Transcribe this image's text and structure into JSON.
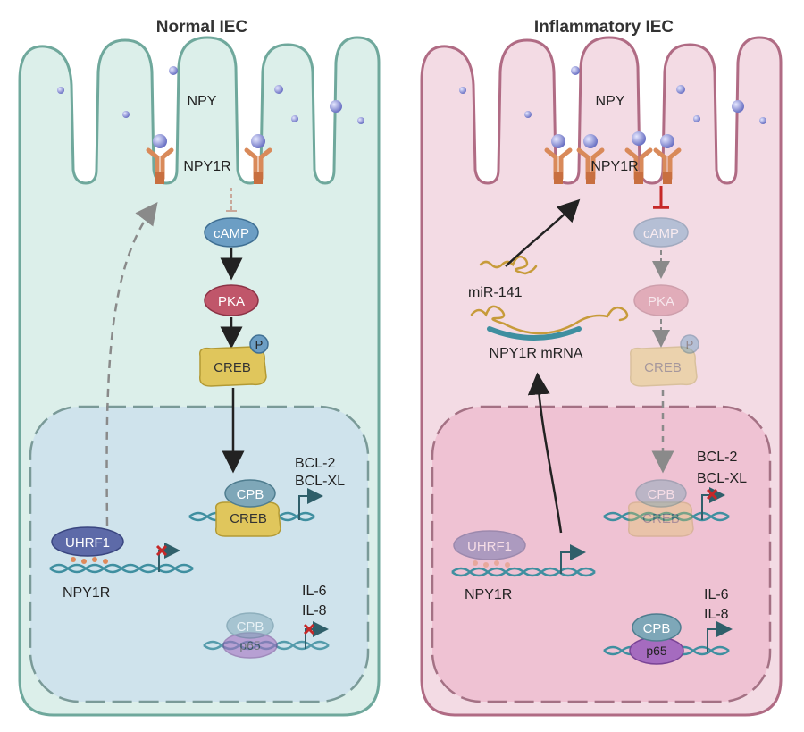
{
  "panels": {
    "normal": {
      "title": "Normal IEC",
      "ligand": "NPY",
      "receptor": "NPY1R",
      "camp": "cAMP",
      "pka": "PKA",
      "creb": "CREB",
      "phospho": "P",
      "cpb": "CPB",
      "creb_nuclear": "CREB",
      "targets_top_1": "BCL-2",
      "targets_top_2": "BCL-XL",
      "uhrf1": "UHRF1",
      "gene": "NPY1R",
      "cpb2": "CPB",
      "p65": "p65",
      "targets_bottom_1": "IL-6",
      "targets_bottom_2": "IL-8"
    },
    "inflammatory": {
      "title": "Inflammatory  IEC",
      "ligand": "NPY",
      "receptor": "NPY1R",
      "camp": "cAMP",
      "pka": "PKA",
      "creb": "CREB",
      "phospho": "P",
      "mirna": "miR-141",
      "mrna": "NPY1R mRNA",
      "cpb": "CPB",
      "creb_nuclear": "CREB",
      "targets_top_1": "BCL-2",
      "targets_top_2": "BCL-XL",
      "uhrf1": "UHRF1",
      "gene": "NPY1R",
      "cpb2": "CPB",
      "p65": "p65",
      "targets_bottom_1": "IL-6",
      "targets_bottom_2": "IL-8"
    }
  },
  "colors": {
    "normal_fill": "#dcefea",
    "normal_stroke": "#6fa89c",
    "nucleus_normal": "#cfe3ec",
    "inflam_fill": "#f3dbe4",
    "inflam_stroke": "#b06b84",
    "nucleus_inflam": "#efc2d3",
    "camp": "#6c9ec4",
    "pka": "#c0566a",
    "creb": "#e0c65c",
    "cpb": "#7ea7b8",
    "uhrf1": "#5d6aa8",
    "p65": "#a56bbf",
    "receptor": "#d98a5a",
    "ligand": "#8b93d6",
    "dna": "#3f8fa0",
    "inhibit": "#c62828"
  }
}
